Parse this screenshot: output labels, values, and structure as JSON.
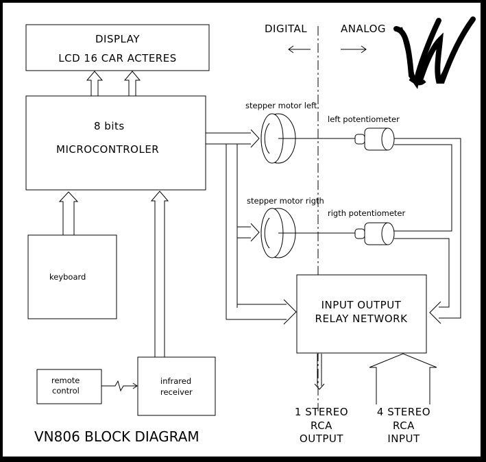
{
  "header": {
    "digital_label": "DIGITAL",
    "analog_label": "ANALOG"
  },
  "logo": {
    "text": "VN"
  },
  "blocks": {
    "display_line1": "DISPLAY",
    "display_line2": "LCD 16 CAR ACTERES",
    "micro_line1": "8 bits",
    "micro_line2": "MICROCONTROLER",
    "keyboard": "keyboard",
    "remote_line1": "remote",
    "remote_line2": "control",
    "ir_line1": "infrared",
    "ir_line2": "receiver",
    "relay_line1": "INPUT  OUTPUT",
    "relay_line2": "RELAY NETWORK"
  },
  "motors": {
    "left_motor": "stepper motor left",
    "right_motor": "stepper motor rigth",
    "left_pot": "left potentiometer",
    "right_pot": "rigth potentiometer"
  },
  "outputs": {
    "out_line1": "1 STEREO",
    "out_line2": "RCA",
    "out_line3": "OUTPUT",
    "in_line1": "4 STEREO",
    "in_line2": "RCA",
    "in_line3": "INPUT"
  },
  "footer": {
    "title": "VN806 BLOCK DIAGRAM"
  }
}
